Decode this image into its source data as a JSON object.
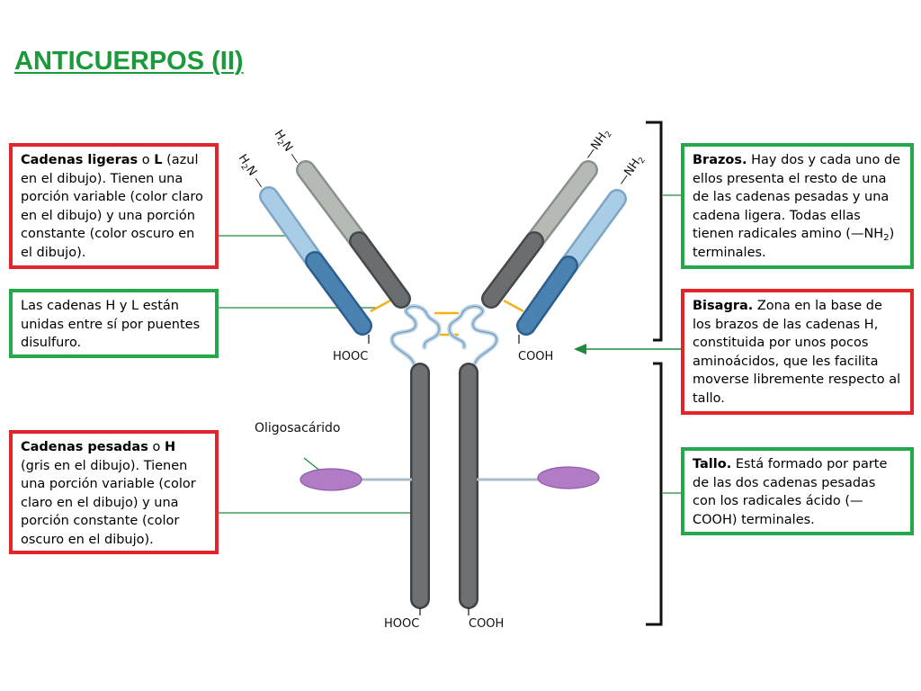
{
  "title": "ANTICUERPOS (II)",
  "colors": {
    "title": "#1a9a3a",
    "red_border": "#e3252a",
    "green_border": "#23a84a",
    "light_chain_light": "#a9cde6",
    "light_chain_dark": "#4a82b2",
    "heavy_chain_light": "#b5bab5",
    "heavy_chain_dark": "#6a6e70",
    "disulfide": "#f1b21b",
    "oligosaccharide": "#b07cc6"
  },
  "boxes": {
    "ligeras": {
      "bold1": "Cadenas ligeras",
      "mid": " o ",
      "bold2": "L",
      "rest": " (azul en el dibujo). Tienen una porción variable (color claro en el dibujo) y una porción constante (color oscuro en el dibujo)."
    },
    "puentes": {
      "text": "Las cadenas H y L están unidas entre sí por puentes disulfuro."
    },
    "pesadas": {
      "bold1": "Cadenas pesadas",
      "mid": " o ",
      "bold2": "H",
      "rest": " (gris en el dibujo). Tienen una porción variable (color claro en el dibujo) y una porción constante (color oscuro en el dibujo)."
    },
    "brazos": {
      "bold": "Brazos.",
      "rest_pre": " Hay dos y cada uno de ellos presenta el resto de una de las cadenas pesadas y una cadena ligera. Todas ellas tienen radicales amino (—NH",
      "sub": "2",
      "rest_post": ") terminales."
    },
    "bisagra": {
      "bold": "Bisagra.",
      "rest": " Zona en la base de los brazos de las cadenas H, constituida por unos pocos aminoácidos, que les facilita moverse libremente respecto al tallo."
    },
    "tallo": {
      "bold": "Tallo.",
      "rest": " Está formado por parte de las dos cadenas pesadas con los radicales ácido (—COOH) terminales."
    }
  },
  "labels": {
    "h2n_outer_main": "H",
    "h2n_outer_sub": "2",
    "h2n_outer_end": "N —",
    "h2n_inner_main": "H",
    "h2n_inner_sub": "2",
    "h2n_inner_end": "N —",
    "nh2_inner_main": "—NH",
    "nh2_inner_sub": "2",
    "nh2_outer_main": "—NH",
    "nh2_outer_sub": "2",
    "hooc_upper": "HOOC",
    "cooh_upper": "COOH",
    "hooc_lower": "HOOC",
    "cooh_lower": "COOH",
    "oligosacarido": "Oligosacárido"
  }
}
